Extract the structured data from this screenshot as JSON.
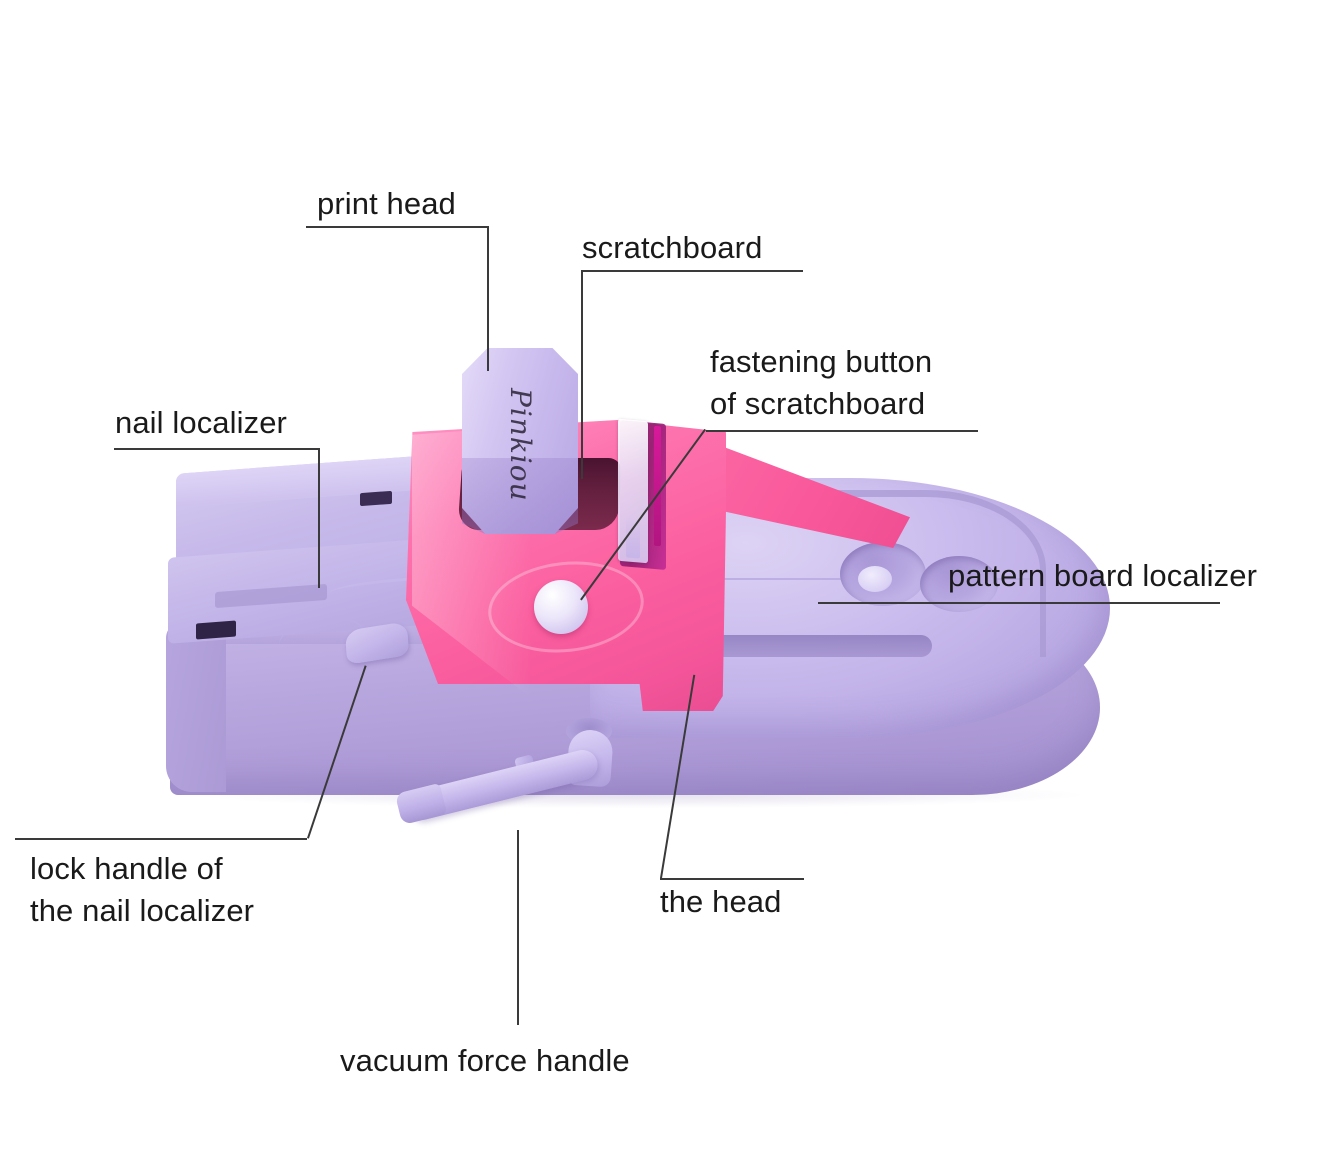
{
  "image": {
    "subject": "nail art printer / stamping machine",
    "background_color": "#ffffff",
    "body_color_pink": "#fb5f9f",
    "body_color_purple": "#b7a6de",
    "leader_line_color": "#3a3a3a",
    "label_text_color": "#1a1a1a"
  },
  "product": {
    "brand_logo": "Pinkiou"
  },
  "callouts": [
    {
      "id": "print-head",
      "label": "print head"
    },
    {
      "id": "scratchboard",
      "label": "scratchboard"
    },
    {
      "id": "fastening-button",
      "label_line1": "fastening button",
      "label_line2": "of scratchboard"
    },
    {
      "id": "nail-localizer",
      "label": "nail localizer"
    },
    {
      "id": "pattern-board-localizer",
      "label": "pattern board localizer"
    },
    {
      "id": "lock-handle",
      "label_line1": "lock handle of",
      "label_line2": "the nail localizer"
    },
    {
      "id": "the-head",
      "label": "the head"
    },
    {
      "id": "vacuum-force-handle",
      "label": "vacuum force handle"
    }
  ]
}
